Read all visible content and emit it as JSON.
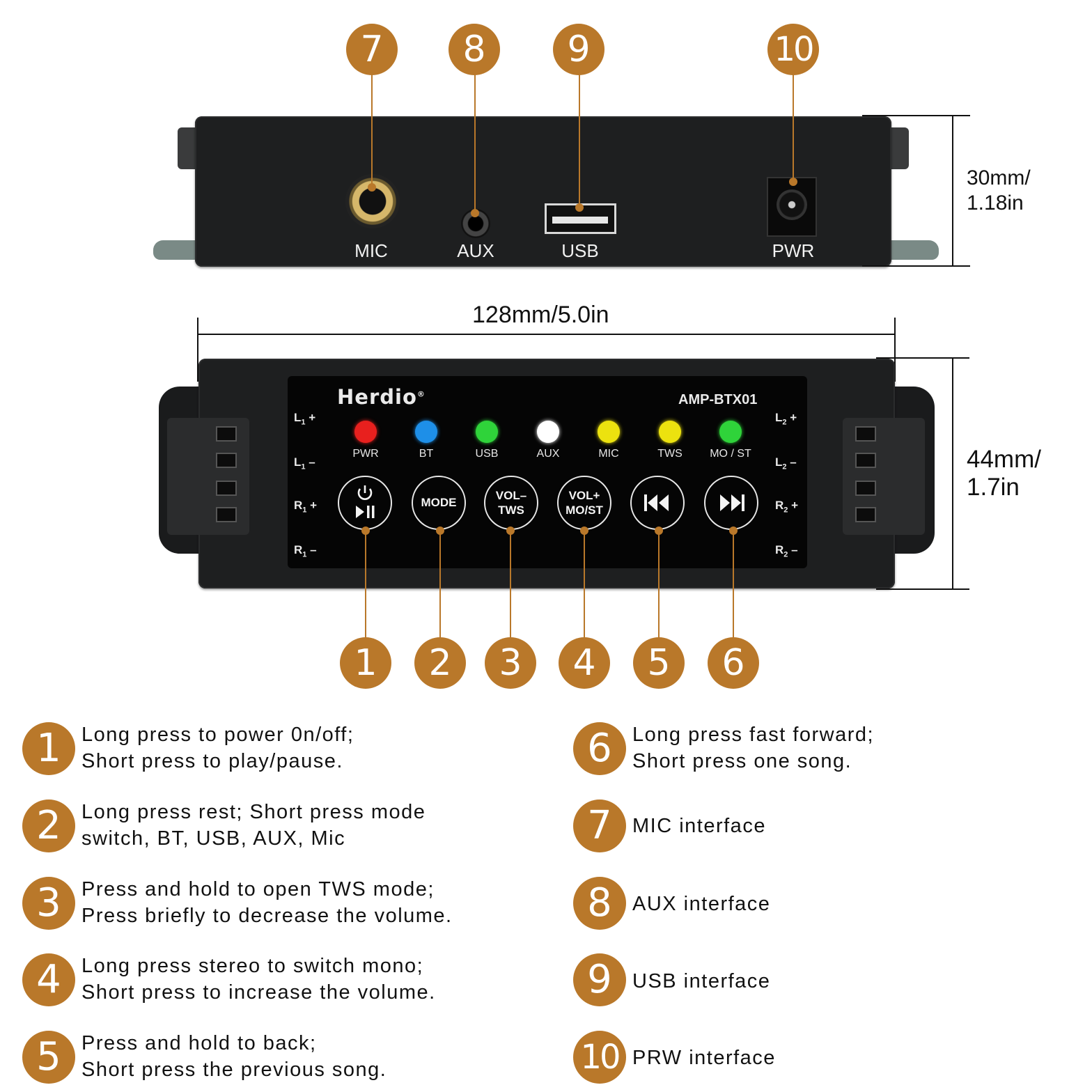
{
  "top_view": {
    "ports": [
      {
        "num": "7",
        "label": "MIC"
      },
      {
        "num": "8",
        "label": "AUX"
      },
      {
        "num": "9",
        "label": "USB"
      },
      {
        "num": "10",
        "label": "PWR"
      }
    ],
    "height_dim": [
      "30mm/",
      "1.18in"
    ]
  },
  "front_view": {
    "width_dim": "128mm/5.0in",
    "height_dim": [
      "44mm/",
      "1.7in"
    ],
    "brand": "Herdio",
    "brand_mark": "®",
    "model": "AMP-BTX01",
    "left_terminals": [
      [
        "L",
        "1",
        "+"
      ],
      [
        "L",
        "1",
        "–"
      ],
      [
        "R",
        "1",
        "+"
      ],
      [
        "R",
        "1",
        "–"
      ]
    ],
    "right_terminals": [
      [
        "L",
        "2",
        "+"
      ],
      [
        "L",
        "2",
        "–"
      ],
      [
        "R",
        "2",
        "+"
      ],
      [
        "R",
        "2",
        "–"
      ]
    ],
    "leds": [
      {
        "label": "PWR",
        "color": "#e8201e"
      },
      {
        "label": "BT",
        "color": "#1e8fe8"
      },
      {
        "label": "USB",
        "color": "#2fd33a"
      },
      {
        "label": "AUX",
        "color": "#ffffff"
      },
      {
        "label": "MIC",
        "color": "#ece20f"
      },
      {
        "label": "TWS",
        "color": "#ece20f"
      },
      {
        "label": "MO / ST",
        "color": "#2fd33a"
      }
    ],
    "buttons": [
      {
        "num": "1",
        "icon": "power-play-pause-icon"
      },
      {
        "num": "2",
        "line1": "MODE"
      },
      {
        "num": "3",
        "line1": "VOL–",
        "line2": "TWS"
      },
      {
        "num": "4",
        "line1": "VOL+",
        "line2": "MO/ST"
      },
      {
        "num": "5",
        "icon": "previous-track-icon"
      },
      {
        "num": "6",
        "icon": "next-track-icon"
      }
    ]
  },
  "descriptions": [
    {
      "num": "1",
      "lines": [
        "Long press to power 0n/off;",
        "Short press to play/pause."
      ]
    },
    {
      "num": "2",
      "lines": [
        "Long press rest; Short press mode",
        "switch, BT, USB, AUX, Mic"
      ]
    },
    {
      "num": "3",
      "lines": [
        "Press and hold to open TWS mode;",
        "Press briefly to decrease the volume."
      ]
    },
    {
      "num": "4",
      "lines": [
        "Long press stereo to switch mono;",
        "Short press to increase the volume."
      ]
    },
    {
      "num": "5",
      "lines": [
        "Press and hold to back;",
        "Short press the previous song."
      ]
    },
    {
      "num": "6",
      "lines": [
        "Long press fast forward;",
        "Short press one song."
      ]
    },
    {
      "num": "7",
      "lines": [
        "MIC interface"
      ]
    },
    {
      "num": "8",
      "lines": [
        "AUX interface"
      ]
    },
    {
      "num": "9",
      "lines": [
        "USB interface"
      ]
    },
    {
      "num": "10",
      "lines": [
        "PRW interface"
      ]
    }
  ],
  "colors": {
    "accent": "#b9782a",
    "device": "#1e1f20",
    "panel": "#050505"
  }
}
